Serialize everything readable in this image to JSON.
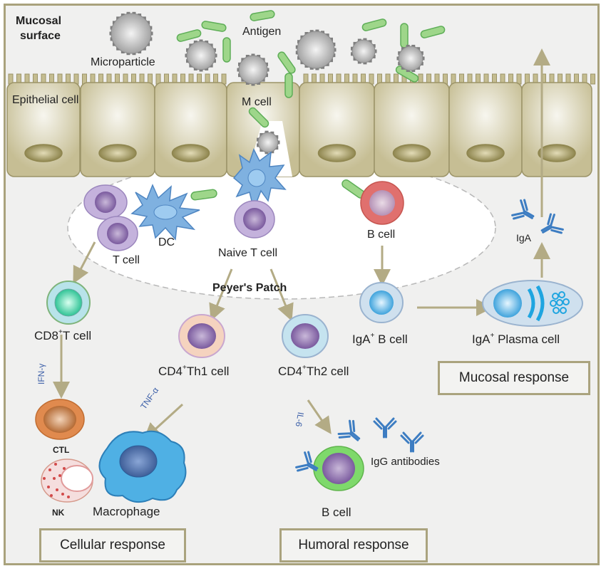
{
  "diagram": {
    "title_region": "Mucosal surface",
    "labels": {
      "mucosal_surface_line1": "Mucosal",
      "mucosal_surface_line2": "surface",
      "microparticle": "Microparticle",
      "antigen": "Antigen",
      "epithelial_cell": "Epithelial cell",
      "m_cell": "M cell",
      "dc": "DC",
      "t_cell": "T cell",
      "naive_t_cell": "Naive T cell",
      "b_cell_top": "B cell",
      "peyers_patch": "Peyer's Patch",
      "iga": "IgA",
      "cd8_prefix": "CD8",
      "cd8_sup": "+",
      "cd8_suffix": "T cell",
      "cd4th1_prefix": "CD4",
      "cd4th1_sup": "+",
      "cd4th1_suffix": "Th1 cell",
      "cd4th2_prefix": "CD4",
      "cd4th2_sup": "+",
      "cd4th2_suffix": "Th2 cell",
      "iga_b_prefix": "IgA",
      "iga_b_sup": "+",
      "iga_b_suffix": " B cell",
      "iga_plasma_prefix": "IgA",
      "iga_plasma_sup": "+",
      "iga_plasma_suffix": " Plasma cell",
      "ifn_gamma": "IFN-γ",
      "tnf_alpha": "TNF-α",
      "il6": "IL-6",
      "ctl": "CTL",
      "nk": "NK",
      "macrophage": "Macrophage",
      "igg_antibodies": "IgG antibodies",
      "b_cell_bottom": "B cell"
    },
    "response_boxes": {
      "cellular": "Cellular response",
      "humoral": "Humoral response",
      "mucosal": "Mucosal response"
    },
    "colors": {
      "epithelium": "#c4bc90",
      "epithelium_border": "#9c9468",
      "arrow": "#b3ab85",
      "antigen_fill": "#9ed68a",
      "antigen_stroke": "#5fae58",
      "microparticle": "#b9b9b9",
      "dc_blue": "#7fb1e0",
      "t_cell_purple": "#a98dc4",
      "b_cell_red": "#e0706e",
      "cd8_green": "#57d3a6",
      "ctl_orange": "#e08a4e",
      "macrophage_blue": "#4fb0e4",
      "antibody_blue": "#3d7dc2",
      "igg_b_cell_green": "#7ed96b"
    }
  }
}
